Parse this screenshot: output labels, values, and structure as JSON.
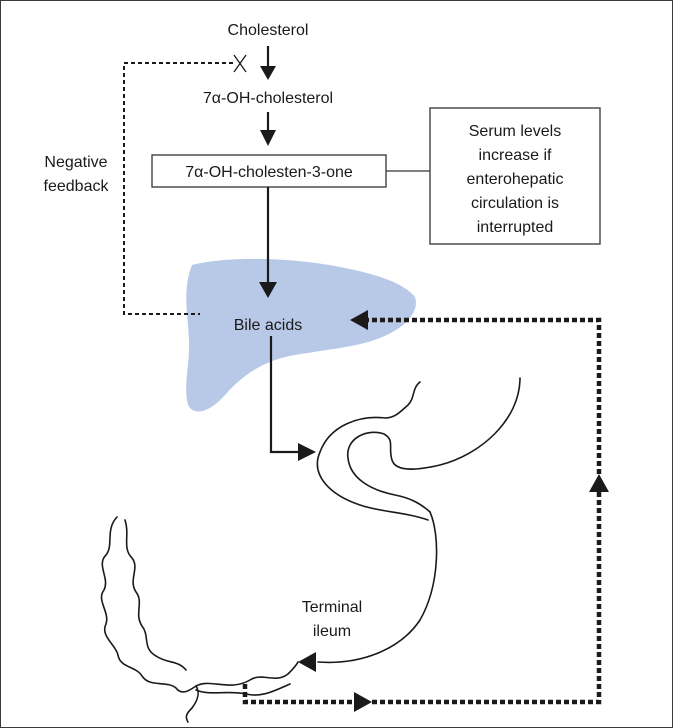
{
  "labels": {
    "cholesterol": "Cholesterol",
    "oh_cholesterol": "7α-OH-cholesterol",
    "oh_cholestenone": "7α-OH-cholesten-3-one",
    "negative_line1": "Negative",
    "negative_line2": "feedback",
    "bile_acids": "Bile acids",
    "serum_line1": "Serum levels",
    "serum_line2": "increase if",
    "serum_line3": "enterohepatic",
    "serum_line4": "circulation is",
    "serum_line5": "interrupted",
    "terminal_line1": "Terminal",
    "terminal_line2": "ileum"
  },
  "colors": {
    "liver_fill": "#b8c9e8",
    "ink": "#1a1a1a",
    "frame": "#3a3a3a"
  }
}
